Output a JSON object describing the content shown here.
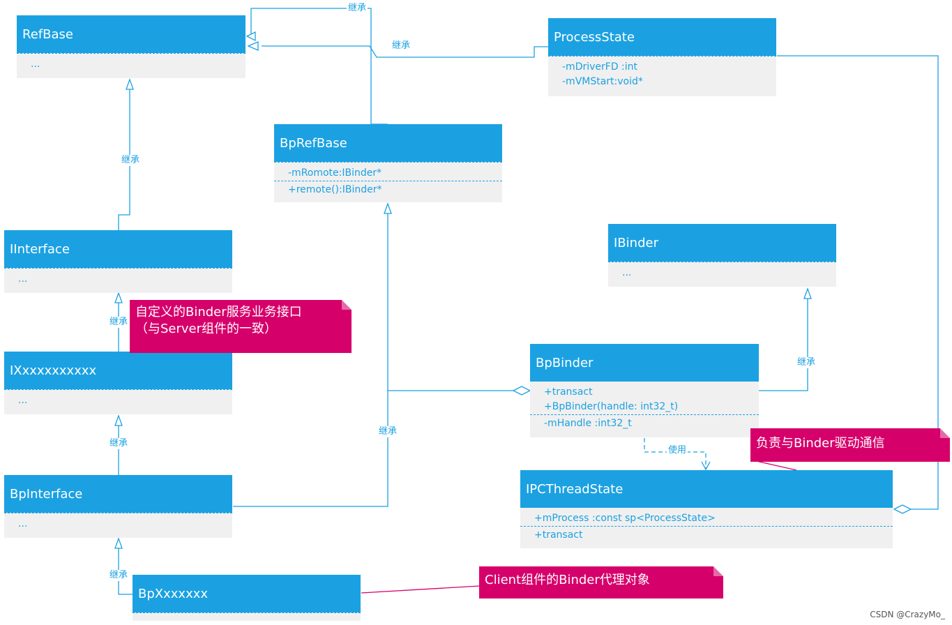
{
  "classes": {
    "refbase": {
      "name": "RefBase",
      "attrs": [
        "..."
      ],
      "ops": []
    },
    "processstate": {
      "name": "ProcessState",
      "attrs": [
        "-mDriverFD :int",
        "-mVMStart:void*"
      ],
      "ops": []
    },
    "bprefbase": {
      "name": "BpRefBase",
      "attrs": [
        "-mRomote:IBinder*"
      ],
      "ops": [
        "+remote():IBinder*"
      ]
    },
    "iinterface": {
      "name": "IInterface",
      "attrs": [
        "..."
      ],
      "ops": []
    },
    "ibinder": {
      "name": "IBinder",
      "attrs": [
        "..."
      ],
      "ops": []
    },
    "ixxx": {
      "name": "IXxxxxxxxxxx",
      "attrs": [
        "..."
      ],
      "ops": []
    },
    "bpbinder": {
      "name": "BpBinder",
      "attrs": [
        "+transact",
        "+BpBinder(handle: int32_t)"
      ],
      "ops": [
        "-mHandle :int32_t"
      ]
    },
    "bpinterface": {
      "name": "BpInterface",
      "attrs": [
        "..."
      ],
      "ops": []
    },
    "ipcthreadstate": {
      "name": "IPCThreadState",
      "attrs": [
        "+mProcess :const sp<ProcessState>"
      ],
      "ops": [
        "+transact"
      ]
    },
    "bpxxx": {
      "name": "BpXxxxxxx",
      "attrs": [],
      "ops": []
    }
  },
  "relations": {
    "inherit": "继承",
    "use": "使用"
  },
  "notes": {
    "custom_interface": [
      "自定义的Binder服务业务接口",
      "（与Server组件的一致）"
    ],
    "driver_comm": [
      "负责与Binder驱动通信"
    ],
    "client_proxy": [
      "Client组件的Binder代理对象"
    ]
  },
  "watermark": "CSDN @CrazyMo_",
  "colors": {
    "class_header": "#1ba1e2",
    "class_body": "#f0f0f0",
    "note": "#d6006b",
    "line": "#1ba1e2"
  }
}
